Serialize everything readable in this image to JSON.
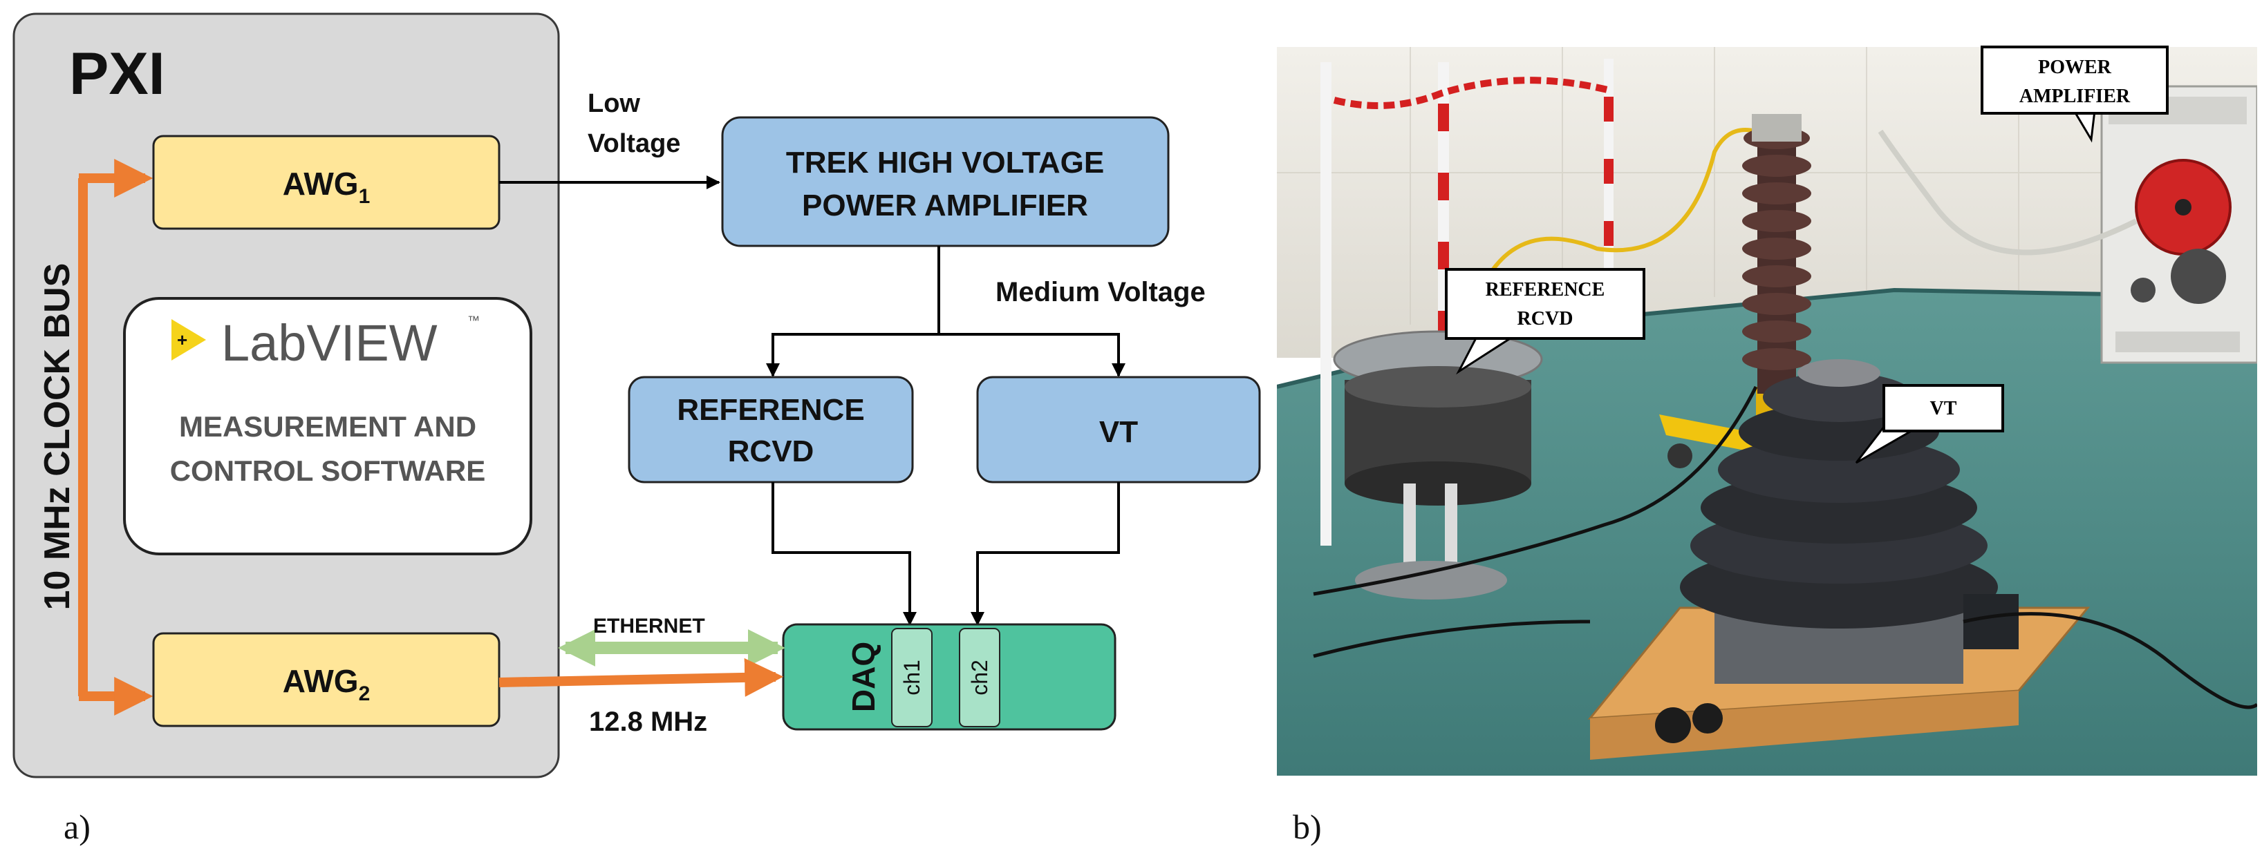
{
  "panel_a": {
    "pxi_title": "PXI",
    "clock_bus": "10 MHz CLOCK BUS",
    "awg1": {
      "name": "AWG",
      "sub": "1"
    },
    "awg2": {
      "name": "AWG",
      "sub": "2"
    },
    "labview": {
      "logo_text": "LabVIEW",
      "tm": "™",
      "line1": "MEASUREMENT AND",
      "line2": "CONTROL SOFTWARE"
    },
    "low_voltage": [
      "Low",
      "Voltage"
    ],
    "trek": [
      "TREK HIGH VOLTAGE",
      "POWER AMPLIFIER"
    ],
    "medium_voltage": "Medium Voltage",
    "reference_rcvd": [
      "REFERENCE",
      "RCVD"
    ],
    "vt": "VT",
    "ethernet": "ETHERNET",
    "daq": "DAQ",
    "ch1": "ch1",
    "ch2": "ch2",
    "freq": "12.8 MHz",
    "caption": "a)"
  },
  "panel_b": {
    "power_amplifier": [
      "POWER",
      "AMPLIFIER"
    ],
    "reference_rcvd": [
      "REFERENCE",
      "RCVD"
    ],
    "vt": "VT",
    "caption": "b)"
  },
  "colors": {
    "pxi_bg": "#d9d9d9",
    "awg_fill": "#ffe699",
    "blue_box": "#9dc3e6",
    "daq_fill": "#4fc39e",
    "channel_fill": "#a8e2c8",
    "orange": "#ed7d31",
    "ethernet_green": "#a9d18e",
    "labview_yellow": "#f5d31b"
  }
}
